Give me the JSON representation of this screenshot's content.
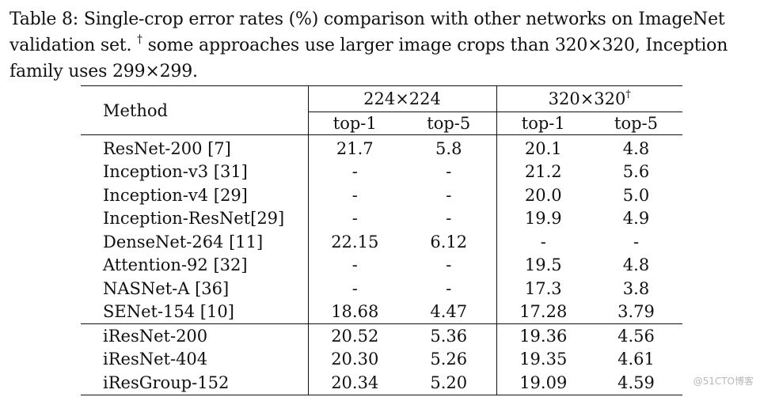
{
  "caption": {
    "line1": "Table 8: Single-crop error rates (%) comparison with other networks on ImageNet",
    "line2_before_dagger": "validation set. ",
    "dagger": "†",
    "line2_after_dagger": " some approaches use larger image crops than 320×320, Inception",
    "line3": "family uses 299×299."
  },
  "table": {
    "method_header": "Method",
    "group_224": "224×224",
    "group_320": "320×320",
    "group_320_dagger": "†",
    "sub_headers": [
      "top-1",
      "top-5",
      "top-1",
      "top-5"
    ],
    "rows": [
      {
        "method": "ResNet-200 [7]",
        "v": [
          "21.7",
          "5.8",
          "20.1",
          "4.8"
        ]
      },
      {
        "method": "Inception-v3 [31]",
        "v": [
          "-",
          "-",
          "21.2",
          "5.6"
        ]
      },
      {
        "method": "Inception-v4 [29]",
        "v": [
          "-",
          "-",
          "20.0",
          "5.0"
        ]
      },
      {
        "method": "Inception-ResNet[29]",
        "v": [
          "-",
          "-",
          "19.9",
          "4.9"
        ]
      },
      {
        "method": "DenseNet-264 [11]",
        "v": [
          "22.15",
          "6.12",
          "-",
          "-"
        ]
      },
      {
        "method": "Attention-92 [32]",
        "v": [
          "-",
          "-",
          "19.5",
          "4.8"
        ]
      },
      {
        "method": "NASNet-A [36]",
        "v": [
          "-",
          "-",
          "17.3",
          "3.8"
        ]
      },
      {
        "method": "SENet-154 [10]",
        "v": [
          "18.68",
          "4.47",
          "17.28",
          "3.79"
        ]
      }
    ],
    "ours_rows": [
      {
        "method": "iResNet-200",
        "v": [
          "20.52",
          "5.36",
          "19.36",
          "4.56"
        ]
      },
      {
        "method": "iResNet-404",
        "v": [
          "20.30",
          "5.26",
          "19.35",
          "4.61"
        ]
      },
      {
        "method": "iResGroup-152",
        "v": [
          "20.34",
          "5.20",
          "19.09",
          "4.59"
        ]
      }
    ]
  },
  "watermark": "@51CTO博客"
}
